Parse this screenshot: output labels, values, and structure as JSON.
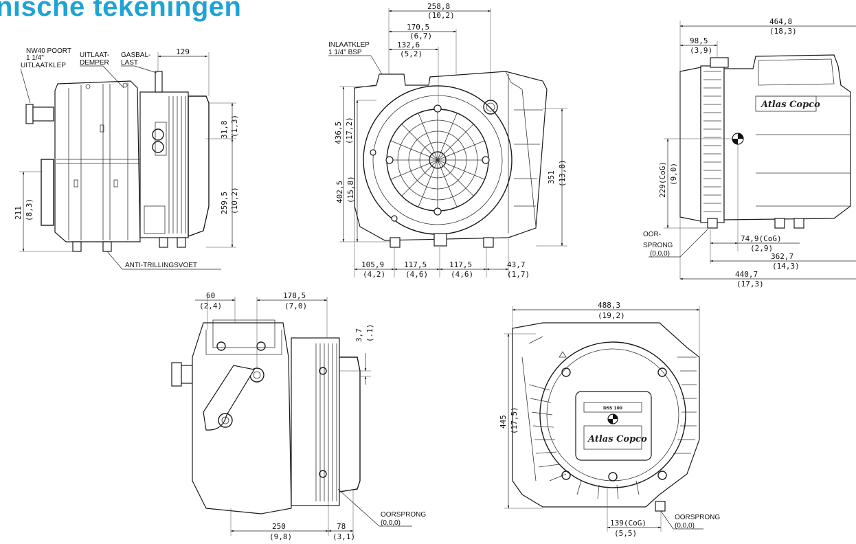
{
  "title": "nische tekeningen",
  "brand": "Atlas Copco",
  "model_plate": "DSS 100",
  "labels": {
    "nw40_line1": "NW40 POORT",
    "nw40_line2": "1 1/4\"",
    "nw40_line3": "UITLAATKLEP",
    "uitlaat_line1": "UITLAAT-",
    "uitlaat_line2": "DEMPER",
    "gasbal_line1": "GASBAL-",
    "gasbal_line2": "LAST",
    "anti": "ANTI-TRILLINGSVOET",
    "inlaat_line1": "INLAATKLEP",
    "inlaat_line2": "1 1/4\" BSP",
    "oor_line1": "OOR-",
    "oor_line2": "SPRONG",
    "oor_coord": "(0,0,0)",
    "oorsprong": "OORSPRONG",
    "oorsprong_coord": "(0,0,0)"
  },
  "view1": {
    "d_129": "129",
    "d_31_8": "31,8",
    "d_31_8_in": "(1,3)",
    "d_259_5": "259,5",
    "d_259_5_in": "(10,2)",
    "d_211": "211",
    "d_211_in": "(8,3)"
  },
  "view2": {
    "d_258_8": "258,8",
    "d_258_8_in": "(10,2)",
    "d_170_5": "170,5",
    "d_170_5_in": "(6,7)",
    "d_132_6": "132,6",
    "d_132_6_in": "(5,2)",
    "d_436_5": "436,5",
    "d_436_5_in": "(17,2)",
    "d_402_5": "402,5",
    "d_402_5_in": "(15,8)",
    "d_351": "351",
    "d_351_in": "(13,8)",
    "d_105_9": "105,9",
    "d_105_9_in": "(4,2)",
    "d_117_5a": "117,5",
    "d_117_5a_in": "(4,6)",
    "d_117_5b": "117,5",
    "d_117_5b_in": "(4,6)",
    "d_43_7": "43,7",
    "d_43_7_in": "(1,7)"
  },
  "view3": {
    "d_464_8": "464,8",
    "d_464_8_in": "(18,3)",
    "d_98_5": "98,5",
    "d_98_5_in": "(3,9)",
    "d_229": "229(CoG)",
    "d_229_in": "(9,0)",
    "d_74_9": "74,9(CoG)",
    "d_74_9_in": "(2,9)",
    "d_362_7": "362,7",
    "d_362_7_in": "(14,3)",
    "d_440_7": "440,7",
    "d_440_7_in": "(17,3)"
  },
  "view4": {
    "d_60": "60",
    "d_60_in": "(2,4)",
    "d_178_5": "178,5",
    "d_178_5_in": "(7,0)",
    "d_3_7": "3,7",
    "d_3_7_in": "(.1)",
    "d_250": "250",
    "d_250_in": "(9,8)",
    "d_78": "78",
    "d_78_in": "(3,1)"
  },
  "view5": {
    "d_488_3": "488,3",
    "d_488_3_in": "(19,2)",
    "d_445": "445",
    "d_445_in": "(17,5)",
    "d_139": "139(CoG)",
    "d_139_in": "(5,5)"
  }
}
